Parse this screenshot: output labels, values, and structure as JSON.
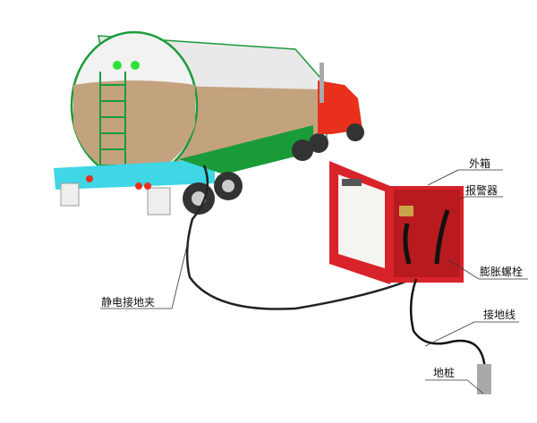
{
  "labels": {
    "outer_box": "外箱",
    "alarm": "报警器",
    "expansion_bolt": "膨胀螺栓",
    "ground_wire": "接地线",
    "ground_stake": "地桩",
    "static_clamp": "静电接地夹"
  },
  "colors": {
    "box_red": "#d8232a",
    "tank_fill": "#c3a27e",
    "frame_cyan": "#3fd6e6",
    "cab_red": "#e8301c",
    "outline_green": "#1a9b3a"
  }
}
